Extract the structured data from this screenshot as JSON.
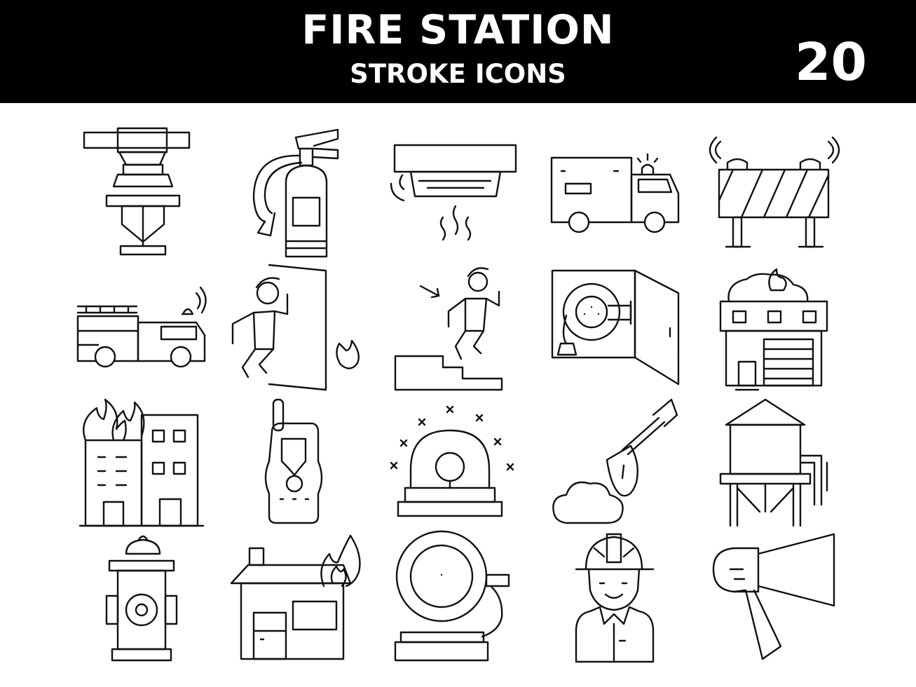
{
  "header": {
    "title": "FIRE STATION",
    "subtitle": "STROKE ICONS",
    "count": "20"
  },
  "colors": {
    "banner": "#000000",
    "banner_text": "#ffffff",
    "stroke": "#111111",
    "background": "#ffffff"
  },
  "icons": [
    "sprinkler-icon",
    "fire-extinguisher-icon",
    "smoke-detector-icon",
    "emergency-van-icon",
    "road-barrier-icon",
    "fire-truck-icon",
    "emergency-exit-icon",
    "evacuation-stairs-icon",
    "hose-reel-cabinet-icon",
    "fire-station-building-icon",
    "burning-buildings-icon",
    "walkie-talkie-icon",
    "siren-alarm-icon",
    "shovel-icon",
    "water-tower-icon",
    "fire-hydrant-icon",
    "burning-house-icon",
    "fire-alarm-bell-icon",
    "firefighter-icon",
    "megaphone-icon"
  ]
}
